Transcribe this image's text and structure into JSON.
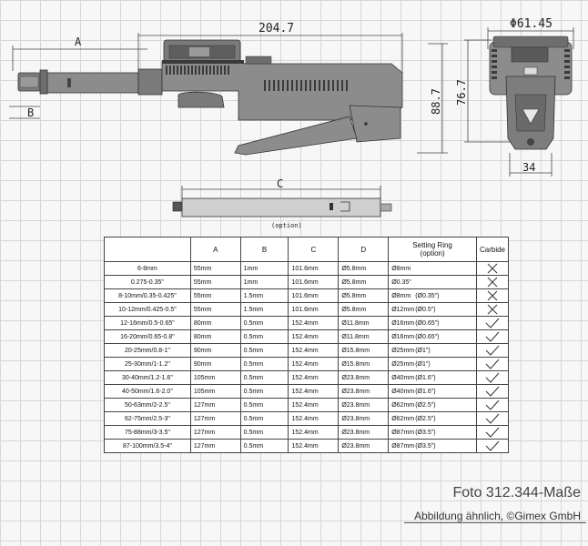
{
  "dimensions": {
    "overall_length": "204.7",
    "a": "A",
    "b": "B",
    "c": "C",
    "height_total": "88.7",
    "diameter": "Φ61.45",
    "height_side": "76.7",
    "width_side": "34",
    "option_label": "(option)"
  },
  "table": {
    "headers": {
      "range": "",
      "a": "A",
      "b": "B",
      "c": "C",
      "d": "D",
      "ring_line1": "Setting Ring",
      "ring_line2": "(option)",
      "carbide": "Carbide"
    },
    "rows": [
      {
        "range": "6-8mm",
        "a": "55mm",
        "b": "1mm",
        "c": "101.6mm",
        "d": "Ø5.8mm",
        "ring": "Ø8mm",
        "ring_in": "",
        "carbide": "x"
      },
      {
        "range": "0.275-0.35\"",
        "a": "55mm",
        "b": "1mm",
        "c": "101.6mm",
        "d": "Ø5.8mm",
        "ring": "Ø0.35\"",
        "ring_in": "",
        "carbide": "x"
      },
      {
        "range": "8-10mm/0.35-0.425\"",
        "a": "55mm",
        "b": "1.5mm",
        "c": "101.6mm",
        "d": "Ø5.8mm",
        "ring": "Ø8mm",
        "ring_in": "(Ø0.35\")",
        "carbide": "x"
      },
      {
        "range": "10-12mm/0.425-0.5\"",
        "a": "55mm",
        "b": "1.5mm",
        "c": "101.6mm",
        "d": "Ø5.8mm",
        "ring": "Ø12mm",
        "ring_in": "(Ø0.5\")",
        "carbide": "x"
      },
      {
        "range": "12-16mm/0.5-0.65\"",
        "a": "80mm",
        "b": "0.5mm",
        "c": "152.4mm",
        "d": "Ø11.8mm",
        "ring": "Ø16mm",
        "ring_in": "(Ø0.65\")",
        "carbide": "check"
      },
      {
        "range": "16-20mm/0.65-0.8\"",
        "a": "80mm",
        "b": "0.5mm",
        "c": "152.4mm",
        "d": "Ø11.8mm",
        "ring": "Ø16mm",
        "ring_in": "(Ø0.65\")",
        "carbide": "check"
      },
      {
        "range": "20-25mm/0.8-1\"",
        "a": "90mm",
        "b": "0.5mm",
        "c": "152.4mm",
        "d": "Ø15.8mm",
        "ring": "Ø25mm",
        "ring_in": "(Ø1\")",
        "carbide": "check"
      },
      {
        "range": "25-30mm/1-1.2\"",
        "a": "90mm",
        "b": "0.5mm",
        "c": "152.4mm",
        "d": "Ø15.8mm",
        "ring": "Ø25mm",
        "ring_in": "(Ø1\")",
        "carbide": "check"
      },
      {
        "range": "30-40mm/1.2-1.6\"",
        "a": "105mm",
        "b": "0.5mm",
        "c": "152.4mm",
        "d": "Ø23.8mm",
        "ring": "Ø40mm",
        "ring_in": "(Ø1.6\")",
        "carbide": "check"
      },
      {
        "range": "40-50mm/1.6-2.0\"",
        "a": "105mm",
        "b": "0.5mm",
        "c": "152.4mm",
        "d": "Ø23.8mm",
        "ring": "Ø40mm",
        "ring_in": "(Ø1.6\")",
        "carbide": "check"
      },
      {
        "range": "50-63mm/2-2.5\"",
        "a": "127mm",
        "b": "0.5mm",
        "c": "152.4mm",
        "d": "Ø23.8mm",
        "ring": "Ø62mm",
        "ring_in": "(Ø2.5\")",
        "carbide": "check"
      },
      {
        "range": "62-75mm/2.5-3\"",
        "a": "127mm",
        "b": "0.5mm",
        "c": "152.4mm",
        "d": "Ø23.8mm",
        "ring": "Ø62mm",
        "ring_in": "(Ø2.5\")",
        "carbide": "check"
      },
      {
        "range": "75-88mm/3-3.5\"",
        "a": "127mm",
        "b": "0.5mm",
        "c": "152.4mm",
        "d": "Ø23.8mm",
        "ring": "Ø87mm",
        "ring_in": "(Ø3.5\")",
        "carbide": "check"
      },
      {
        "range": "87-100mm/3.5-4\"",
        "a": "127mm",
        "b": "0.5mm",
        "c": "152.4mm",
        "d": "Ø23.8mm",
        "ring": "Ø87mm",
        "ring_in": "(Ø3.5\")",
        "carbide": "check"
      }
    ]
  },
  "captions": {
    "photo": "Foto 312.344-Maße",
    "similar": "Abbildung ähnlich, ©Gimex GmbH"
  },
  "colors": {
    "body_gray": "#8c8c8c",
    "dark_gray": "#555555",
    "grid_line": "#d6d6d6"
  }
}
